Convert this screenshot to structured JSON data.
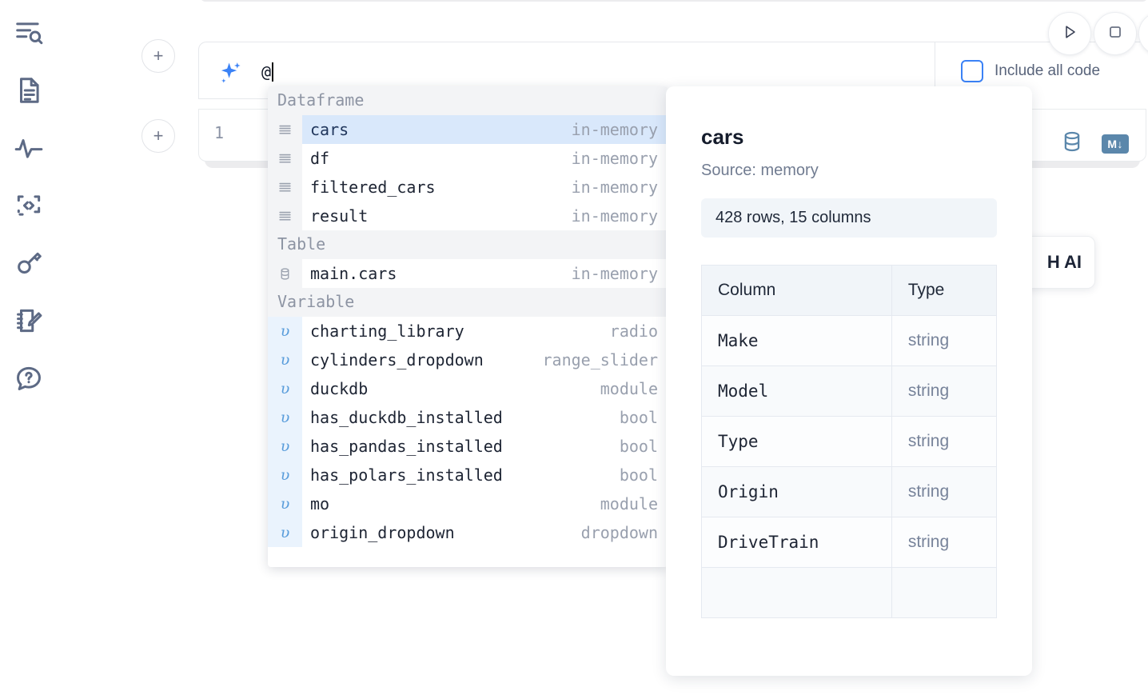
{
  "sidebar": {
    "items": [
      {
        "name": "explore-search-icon",
        "label": "Explore"
      },
      {
        "name": "document-icon",
        "label": "Notebook"
      },
      {
        "name": "activity-icon",
        "label": "Activity"
      },
      {
        "name": "snippets-icon",
        "label": "Snippets"
      },
      {
        "name": "key-icon",
        "label": "Secrets"
      },
      {
        "name": "scratchpad-icon",
        "label": "Scratchpad"
      },
      {
        "name": "help-icon",
        "label": "Help"
      }
    ]
  },
  "toolbar": {
    "run_label": "Run",
    "stop_label": "Stop",
    "extra_label": "More",
    "include_all_code_label": "Include all code",
    "include_all_code_checked": false
  },
  "prompt": {
    "value": "@",
    "add_button_label": "+",
    "sparkle_icon": "ai-sparkle-icon"
  },
  "cell": {
    "line_number": "1",
    "database_icon": "database-icon",
    "markdown_badge": "M↓"
  },
  "floating_ai_button": {
    "label": "H AI"
  },
  "autocomplete": {
    "groups": [
      {
        "label": "Dataframe",
        "kind": "dataframe",
        "items": [
          {
            "name": "cars",
            "type": "in-memory",
            "selected": true
          },
          {
            "name": "df",
            "type": "in-memory",
            "selected": false
          },
          {
            "name": "filtered_cars",
            "type": "in-memory",
            "selected": false
          },
          {
            "name": "result",
            "type": "in-memory",
            "selected": false
          }
        ]
      },
      {
        "label": "Table",
        "kind": "table",
        "items": [
          {
            "name": "main.cars",
            "type": "in-memory",
            "selected": false
          }
        ]
      },
      {
        "label": "Variable",
        "kind": "variable",
        "items": [
          {
            "name": "charting_library",
            "type": "radio",
            "selected": false
          },
          {
            "name": "cylinders_dropdown",
            "type": "range_slider",
            "selected": false
          },
          {
            "name": "duckdb",
            "type": "module",
            "selected": false
          },
          {
            "name": "has_duckdb_installed",
            "type": "bool",
            "selected": false
          },
          {
            "name": "has_pandas_installed",
            "type": "bool",
            "selected": false
          },
          {
            "name": "has_polars_installed",
            "type": "bool",
            "selected": false
          },
          {
            "name": "mo",
            "type": "module",
            "selected": false
          },
          {
            "name": "origin_dropdown",
            "type": "dropdown",
            "selected": false
          }
        ]
      }
    ]
  },
  "doc_panel": {
    "title": "cars",
    "source": "Source: memory",
    "shape": "428 rows, 15 columns",
    "table_headers": [
      "Column",
      "Type"
    ],
    "rows": [
      {
        "column": "Make",
        "type": "string"
      },
      {
        "column": "Model",
        "type": "string"
      },
      {
        "column": "Type",
        "type": "string"
      },
      {
        "column": "Origin",
        "type": "string"
      },
      {
        "column": "DriveTrain",
        "type": "string"
      }
    ]
  },
  "colors": {
    "accent_blue": "#3b82f6",
    "selected_row_bg": "#d9e8fb",
    "icon_gray": "#5d6a85",
    "db_icon": "#5b87ab"
  }
}
